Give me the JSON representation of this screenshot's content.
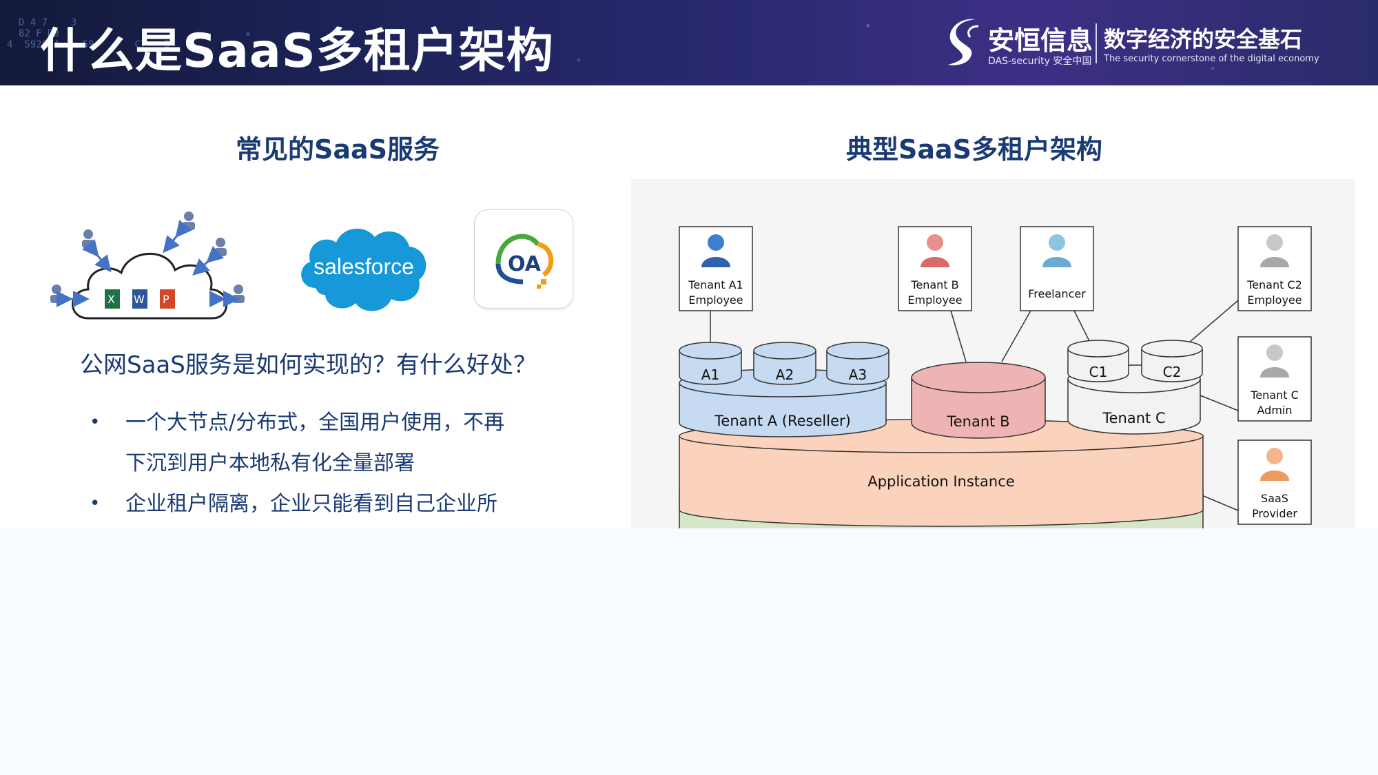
{
  "header": {
    "title": "什么是SaaS多租户架构",
    "digits": "  D 4 7    3\n  82 F D0\n4  5926 4    59       C7   8",
    "logo_name": "安恒信息",
    "logo_sub": "DAS-security 安全中国",
    "slogan": "数字经济的安全基石",
    "slogan_en": "The security cornerstone of the digital economy"
  },
  "left": {
    "title": "常见的SaaS服务",
    "salesforce": "salesforce",
    "oa": "OA",
    "question": "公网SaaS服务是如何实现的？有什么好处？",
    "bullets": [
      {
        "dot": "•",
        "lines": [
          "一个大节点/分布式，全国用户使用，不再",
          "下沉到用户本地私有化全量部署"
        ]
      },
      {
        "dot": "•",
        "lines": [
          "企业租户隔离，企业只能看到自己企业所"
        ]
      }
    ]
  },
  "right": {
    "title": "典型SaaS多租户架构",
    "users": {
      "a1": [
        "Tenant A1",
        "Employee"
      ],
      "b": [
        "Tenant B",
        "Employee"
      ],
      "free": [
        "Freelancer"
      ],
      "c2": [
        "Tenant C2",
        "Employee"
      ],
      "cadmin": [
        "Tenant C",
        "Admin"
      ],
      "provider": [
        "SaaS",
        "Provider"
      ]
    },
    "tenants": {
      "a": "Tenant A (Reseller)",
      "a1": "A1",
      "a2": "A2",
      "a3": "A3",
      "b": "Tenant B",
      "c": "Tenant C",
      "c1": "C1",
      "c2": "C2"
    },
    "app": "Application Instance",
    "colors": {
      "tenant_a": "#c6daf2",
      "tenant_b": "#eeb3b3",
      "tenant_c": "#f2f2f2",
      "app": "#fbd3bd",
      "base": "#d7e6c8"
    }
  }
}
